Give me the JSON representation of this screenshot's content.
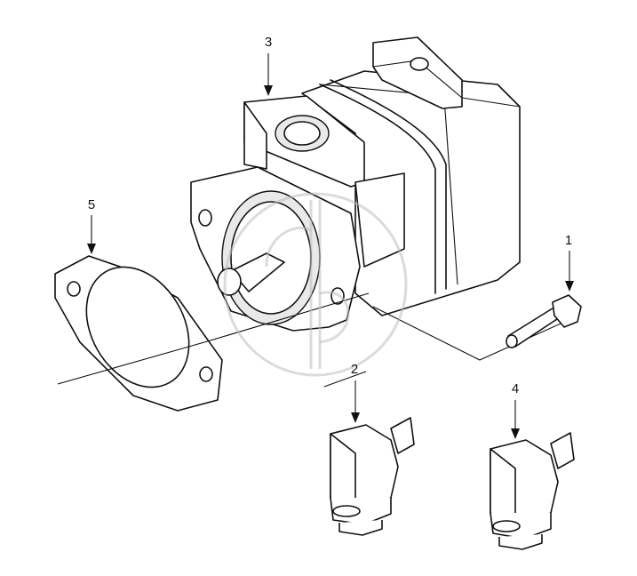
{
  "callouts": [
    {
      "id": "1",
      "label": "1",
      "part": "bolt"
    },
    {
      "id": "2",
      "label": "2",
      "part": "elbow-fitting-a"
    },
    {
      "id": "3",
      "label": "3",
      "part": "pump-body"
    },
    {
      "id": "4",
      "label": "4",
      "part": "elbow-fitting-b"
    },
    {
      "id": "5",
      "label": "5",
      "part": "gasket"
    }
  ],
  "colors": {
    "line": "#111111",
    "background": "#ffffff",
    "watermark": "#bdbdbd"
  },
  "icons": {
    "watermark": "logo-watermark"
  }
}
